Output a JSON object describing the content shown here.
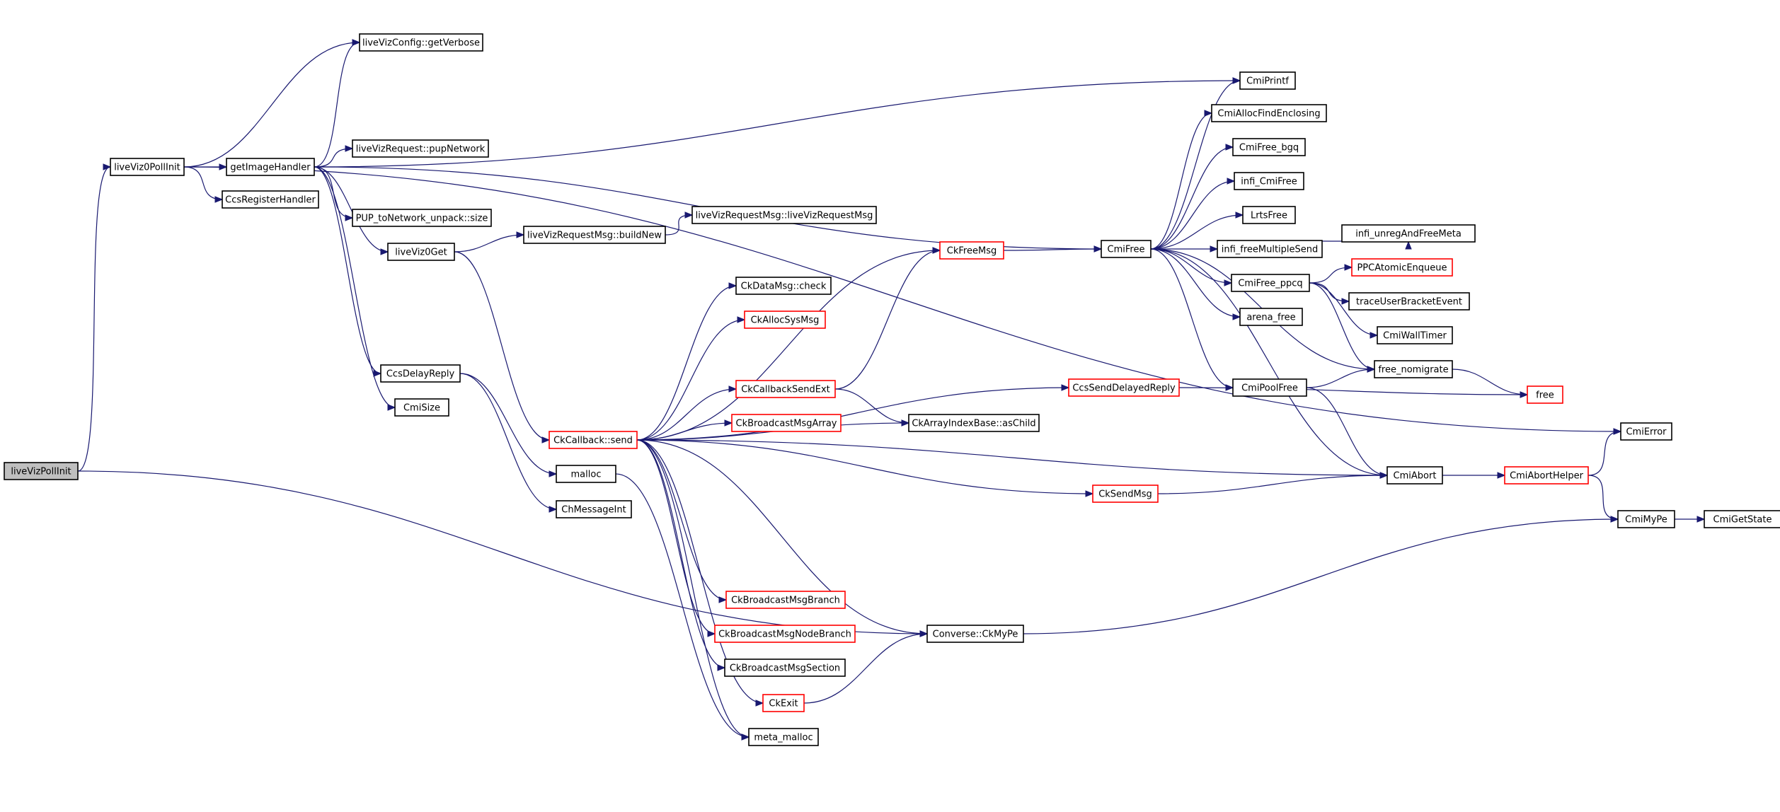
{
  "colors": {
    "edge": "#191970",
    "node_border": "#000000",
    "node_border_truncated": "#ff0000",
    "root_fill": "#bfbfbf",
    "node_fill": "#ffffff"
  },
  "nodes": [
    {
      "id": "liveVizPollInit",
      "label": "liveVizPollInit",
      "kind": "root"
    },
    {
      "id": "liveViz0PollInit",
      "label": "liveViz0PollInit",
      "kind": "normal"
    },
    {
      "id": "getImageHandler",
      "label": "getImageHandler",
      "kind": "normal"
    },
    {
      "id": "CcsRegisterHandler",
      "label": "CcsRegisterHandler",
      "kind": "normal"
    },
    {
      "id": "liveVizConfig_getVerbose",
      "label": "liveVizConfig::getVerbose",
      "kind": "normal"
    },
    {
      "id": "liveVizRequest_pupNetwork",
      "label": "liveVizRequest::pupNetwork",
      "kind": "normal"
    },
    {
      "id": "PUP_toNetwork_unpack_size",
      "label": "PUP_toNetwork_unpack::size",
      "kind": "normal"
    },
    {
      "id": "liveViz0Get",
      "label": "liveViz0Get",
      "kind": "normal"
    },
    {
      "id": "CcsDelayReply",
      "label": "CcsDelayReply",
      "kind": "normal"
    },
    {
      "id": "CmiSize",
      "label": "CmiSize",
      "kind": "normal"
    },
    {
      "id": "liveVizRequestMsg_buildNew",
      "label": "liveVizRequestMsg::buildNew",
      "kind": "normal"
    },
    {
      "id": "liveVizRequestMsg_ctor",
      "label": "liveVizRequestMsg::liveVizRequestMsg",
      "kind": "normal"
    },
    {
      "id": "CkCallback_send",
      "label": "CkCallback::send",
      "kind": "truncated"
    },
    {
      "id": "malloc",
      "label": "malloc",
      "kind": "normal"
    },
    {
      "id": "ChMessageInt",
      "label": "ChMessageInt",
      "kind": "normal"
    },
    {
      "id": "CkFreeMsg",
      "label": "CkFreeMsg",
      "kind": "truncated"
    },
    {
      "id": "CkDataMsg_check",
      "label": "CkDataMsg::check",
      "kind": "normal"
    },
    {
      "id": "CkAllocSysMsg",
      "label": "CkAllocSysMsg",
      "kind": "truncated"
    },
    {
      "id": "CkCallbackSendExt",
      "label": "CkCallbackSendExt",
      "kind": "truncated"
    },
    {
      "id": "CkBroadcastMsgArray",
      "label": "CkBroadcastMsgArray",
      "kind": "truncated"
    },
    {
      "id": "CkArrayIndexBase_asChild",
      "label": "CkArrayIndexBase::asChild",
      "kind": "normal"
    },
    {
      "id": "CkBroadcastMsgBranch",
      "label": "CkBroadcastMsgBranch",
      "kind": "truncated"
    },
    {
      "id": "CkBroadcastMsgNodeBranch",
      "label": "CkBroadcastMsgNodeBranch",
      "kind": "truncated"
    },
    {
      "id": "CkBroadcastMsgSection",
      "label": "CkBroadcastMsgSection",
      "kind": "normal"
    },
    {
      "id": "CkExit",
      "label": "CkExit",
      "kind": "truncated"
    },
    {
      "id": "meta_malloc",
      "label": "meta_malloc",
      "kind": "normal"
    },
    {
      "id": "Converse_CkMyPe",
      "label": "Converse::CkMyPe",
      "kind": "normal"
    },
    {
      "id": "CcsSendDelayedReply",
      "label": "CcsSendDelayedReply",
      "kind": "truncated"
    },
    {
      "id": "CkSendMsg",
      "label": "CkSendMsg",
      "kind": "truncated"
    },
    {
      "id": "CmiFree",
      "label": "CmiFree",
      "kind": "normal"
    },
    {
      "id": "CmiPrintf",
      "label": "CmiPrintf",
      "kind": "normal"
    },
    {
      "id": "CmiAllocFindEnclosing",
      "label": "CmiAllocFindEnclosing",
      "kind": "normal"
    },
    {
      "id": "CmiFree_bgq",
      "label": "CmiFree_bgq",
      "kind": "normal"
    },
    {
      "id": "infi_CmiFree",
      "label": "infi_CmiFree",
      "kind": "normal"
    },
    {
      "id": "LrtsFree",
      "label": "LrtsFree",
      "kind": "normal"
    },
    {
      "id": "infi_freeMultipleSend",
      "label": "infi_freeMultipleSend",
      "kind": "normal"
    },
    {
      "id": "infi_unregAndFreeMeta",
      "label": "infi_unregAndFreeMeta",
      "kind": "normal"
    },
    {
      "id": "CmiFree_ppcq",
      "label": "CmiFree_ppcq",
      "kind": "normal"
    },
    {
      "id": "PPCAtomicEnqueue",
      "label": "PPCAtomicEnqueue",
      "kind": "truncated"
    },
    {
      "id": "traceUserBracketEvent",
      "label": "traceUserBracketEvent",
      "kind": "normal"
    },
    {
      "id": "CmiWallTimer",
      "label": "CmiWallTimer",
      "kind": "normal"
    },
    {
      "id": "arena_free",
      "label": "arena_free",
      "kind": "normal"
    },
    {
      "id": "free_nomigrate",
      "label": "free_nomigrate",
      "kind": "normal"
    },
    {
      "id": "CmiPoolFree",
      "label": "CmiPoolFree",
      "kind": "normal"
    },
    {
      "id": "free",
      "label": "free",
      "kind": "truncated"
    },
    {
      "id": "CmiAbort",
      "label": "CmiAbort",
      "kind": "normal"
    },
    {
      "id": "CmiAbortHelper",
      "label": "CmiAbortHelper",
      "kind": "truncated"
    },
    {
      "id": "CmiError",
      "label": "CmiError",
      "kind": "normal"
    },
    {
      "id": "CmiMyPe",
      "label": "CmiMyPe",
      "kind": "normal"
    },
    {
      "id": "CmiGetState",
      "label": "CmiGetState",
      "kind": "normal"
    }
  ],
  "edges": [
    [
      "liveVizPollInit",
      "liveViz0PollInit"
    ],
    [
      "liveVizPollInit",
      "Converse_CkMyPe"
    ],
    [
      "liveViz0PollInit",
      "getImageHandler"
    ],
    [
      "liveViz0PollInit",
      "CcsRegisterHandler"
    ],
    [
      "liveViz0PollInit",
      "liveVizConfig_getVerbose"
    ],
    [
      "liveViz0PollInit",
      "CmiError"
    ],
    [
      "getImageHandler",
      "liveVizConfig_getVerbose"
    ],
    [
      "getImageHandler",
      "CmiPrintf"
    ],
    [
      "getImageHandler",
      "liveVizRequest_pupNetwork"
    ],
    [
      "getImageHandler",
      "PUP_toNetwork_unpack_size"
    ],
    [
      "getImageHandler",
      "liveViz0Get"
    ],
    [
      "getImageHandler",
      "CcsDelayReply"
    ],
    [
      "getImageHandler",
      "CmiSize"
    ],
    [
      "getImageHandler",
      "CmiFree"
    ],
    [
      "liveViz0Get",
      "liveVizRequestMsg_buildNew"
    ],
    [
      "liveViz0Get",
      "CkCallback_send"
    ],
    [
      "liveVizRequestMsg_buildNew",
      "liveVizRequestMsg_ctor"
    ],
    [
      "CcsDelayReply",
      "malloc"
    ],
    [
      "CcsDelayReply",
      "ChMessageInt"
    ],
    [
      "CkCallback_send",
      "CkFreeMsg"
    ],
    [
      "CkCallback_send",
      "CkDataMsg_check"
    ],
    [
      "CkCallback_send",
      "CkAllocSysMsg"
    ],
    [
      "CkCallback_send",
      "CcsSendDelayedReply"
    ],
    [
      "CkCallback_send",
      "CkCallbackSendExt"
    ],
    [
      "CkCallback_send",
      "CkBroadcastMsgArray"
    ],
    [
      "CkCallback_send",
      "CkArrayIndexBase_asChild"
    ],
    [
      "CkCallback_send",
      "CkSendMsg"
    ],
    [
      "CkCallback_send",
      "CmiAbort"
    ],
    [
      "CkCallback_send",
      "Converse_CkMyPe"
    ],
    [
      "CkCallback_send",
      "CkBroadcastMsgBranch"
    ],
    [
      "CkCallback_send",
      "CkBroadcastMsgNodeBranch"
    ],
    [
      "CkCallback_send",
      "CkBroadcastMsgSection"
    ],
    [
      "CkCallback_send",
      "CkExit"
    ],
    [
      "CkCallback_send",
      "meta_malloc"
    ],
    [
      "malloc",
      "meta_malloc"
    ],
    [
      "CkCallbackSendExt",
      "CkFreeMsg"
    ],
    [
      "CkCallbackSendExt",
      "CkArrayIndexBase_asChild"
    ],
    [
      "CkExit",
      "Converse_CkMyPe"
    ],
    [
      "CkFreeMsg",
      "CmiFree"
    ],
    [
      "CcsSendDelayedReply",
      "free"
    ],
    [
      "CkSendMsg",
      "CmiAbort"
    ],
    [
      "Converse_CkMyPe",
      "CmiMyPe"
    ],
    [
      "CmiFree",
      "CmiPrintf"
    ],
    [
      "CmiFree",
      "CmiAllocFindEnclosing"
    ],
    [
      "CmiFree",
      "CmiFree_bgq"
    ],
    [
      "CmiFree",
      "infi_CmiFree"
    ],
    [
      "CmiFree",
      "LrtsFree"
    ],
    [
      "CmiFree",
      "infi_freeMultipleSend"
    ],
    [
      "CmiFree",
      "CmiFree_ppcq"
    ],
    [
      "CmiFree",
      "arena_free"
    ],
    [
      "CmiFree",
      "free_nomigrate"
    ],
    [
      "CmiFree",
      "CmiPoolFree"
    ],
    [
      "CmiFree",
      "CmiAbort"
    ],
    [
      "infi_freeMultipleSend",
      "infi_unregAndFreeMeta"
    ],
    [
      "CmiFree_ppcq",
      "PPCAtomicEnqueue"
    ],
    [
      "CmiFree_ppcq",
      "traceUserBracketEvent"
    ],
    [
      "CmiFree_ppcq",
      "CmiWallTimer"
    ],
    [
      "CmiFree_ppcq",
      "free_nomigrate"
    ],
    [
      "CmiPoolFree",
      "free_nomigrate"
    ],
    [
      "CmiPoolFree",
      "CmiAbort"
    ],
    [
      "free_nomigrate",
      "free"
    ],
    [
      "CmiAbort",
      "CmiAbortHelper"
    ],
    [
      "CmiAbortHelper",
      "CmiError"
    ],
    [
      "CmiAbortHelper",
      "CmiMyPe"
    ],
    [
      "CmiMyPe",
      "CmiGetState"
    ]
  ]
}
